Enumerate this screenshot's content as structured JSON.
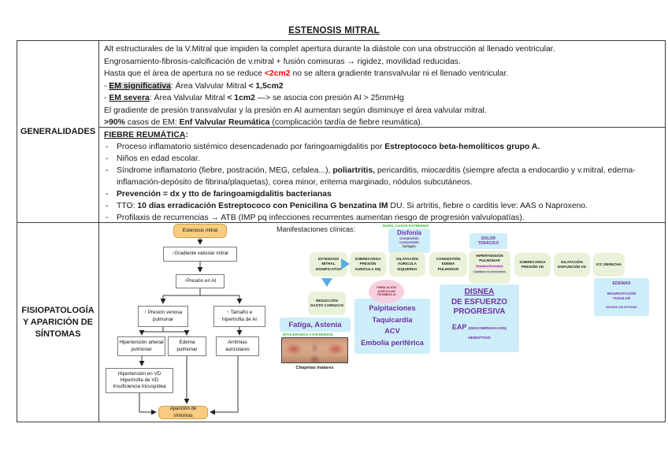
{
  "title": "ESTENOSIS MITRAL",
  "labels": {
    "row1": "GENERALIDADES",
    "row2": "FISIOPATOLOGÍA Y APARICIÓN DE SÍNTOMAS"
  },
  "generalidades": {
    "l1": "Alt estructurales de la V.Mitral que impiden la complet apertura durante la diástole con una obstrucción al llenado ventricular.",
    "l2": "Engrosamiento-fibrosis-calcificación de v.mitral + fusión comisuras → rigidez, movilidad reducidas.",
    "l3a": "Hasta que el área de apertura no se reduce ",
    "l3b": "<2cm2",
    "l3c": " no se altera gradiente transvalvular ni el llenado ventricular.",
    "l4pre": "- ",
    "l4a": "EM significativa",
    "l4b": ": Área Valvular Mitral ",
    "l4c": "< 1,5cm2",
    "l5pre": "- ",
    "l5a": "EM severa",
    "l5b": ": Área Valvular Mitral ",
    "l5c": "< 1cm2",
    "l5d": "  —> se asocia con presión AI > 25mmHg",
    "l6": "El gradiente de presión transvalvular y la presión en AI aumentan según disminuye el área valvular mitral.",
    "l7a": ">90%",
    "l7b": " casos de EM: ",
    "l7c": "Enf Valvular Reumática",
    "l7d": " (complicación tardía de fiebre reumática)."
  },
  "fiebre": {
    "heading": "FIEBRE REUMÁTICA",
    "heading_colon": ":",
    "b1a": "Proceso inflamatorio sistémico desencadenado por faringoamigdalitis por ",
    "b1b": "Estreptococo beta-hemolíticos grupo A.",
    "b2": "Niños en edad escolar.",
    "b3a": "Síndrome inflamatorio (fiebre, postración, MEG, cefalea...), ",
    "b3b": "poliartritis,",
    "b3c": " pericarditis, miocarditis (siempre afecta a endocardio y v.mitral, edema-inflamación-depósito de fibrina/plaquetas), corea minor, eritema marginado, nódulos subcutáneos.",
    "b4": "Prevención = dx y tto de faringoamigdalitis bacterianas",
    "b5a": "TTO: ",
    "b5b": "10 días erradicación Estreptococo con Penicilina G benzatina IM",
    "b5c": " DU. Si artritis, fiebre o carditis leve: AAS o Naproxeno.",
    "b6": "Profilaxis de recurrencias → ATB  (IMP pq infecciones recurrentes aumentan riesgo de progresión valvulopatías)."
  },
  "flowchart": {
    "estenosis": "Estenosis mitral",
    "gradiente": "↑Gradiente valvular mitral",
    "presion_ai": "↑Presión en AI",
    "presion_venosa": "↑ Presión venosa pulmonar",
    "tamano": "↑ Tamaño e hipertrofia de AI",
    "hipertension_arterial": "Hipertensión arterial pulmonar",
    "edema": "Edema pulmonar",
    "arritmias": "Arritmias auriculares",
    "vd1": "Hipertensión en VD",
    "vd2": "Hipertrofia de VD",
    "vd3": "Insuficiencia tricuspídea",
    "aparicion": "Aparición de síntomas"
  },
  "manifest": {
    "title": "Manifestaciones clínicas:",
    "raro": "RARO, CASOS EXTREMOS",
    "disfonia": "Disfonía",
    "disfonia_sub1": "Compresión",
    "disfonia_sub2": "n.recurrente",
    "disfonia_sub3": "laríngeo",
    "dolor1": "DOLOR",
    "dolor2": "TORÁCICO",
    "chain": [
      "ESTENOSIS MITRAL SIGNIFICATIVA",
      "SOBRECARGA PRESIÓN AURICULA IZQ",
      "DILATACIÓN AURICULA IZQUIERDA",
      "CONGESTIÓN EDEMA PULMONAR",
      "HIPERTENSIÓN PULMONAR",
      "SOBRECARGA PRESIÓN VD",
      "DILATACIÓN DISFUNCIÓN VD",
      "ICC DERECHA"
    ],
    "hp_note1": "Reactiva Reversible",
    "hp_note2": "Cambios no reversibles",
    "reduccion": "REDUCCIÓN GASTO CARDIACO",
    "fib1": "FIBRILACIÓN",
    "fib2": "AURICULAR",
    "fib3": "TROMBOS AI",
    "palp1": "Palpitaciones",
    "palp2": "Taquicardia",
    "palp3": "ACV",
    "palp4": "Embolia periférica",
    "disnea1": "DISNEA",
    "disnea2": "DE ESFUERZO",
    "disnea3": "PROGRESIVA",
    "eap": "EAP",
    "eap_sub": "(DESCOMPENSACIÓN)",
    "hemoptisis": "HEMOPTISIS",
    "edemas": "EDEMAS",
    "ingurgitacion": "INGURGITACIÓN YUGULAR",
    "higado": "HIGADO DE ESTASIS",
    "fatiga": "Fatiga, Astenia",
    "intolerancia": "INTOLERANCIA A ESFUERZOS",
    "chapetas": "Chapetas malares"
  },
  "colors": {
    "purple_accent": "#7030a0",
    "green_annotation": "#2eb52e",
    "light_blue_box": "#cdeef8",
    "pale_green_box": "#e9f2d8",
    "tan_box": "#f8cd81",
    "pink_ellipse": "#f6cfdf",
    "red_text": "#ff0000"
  }
}
